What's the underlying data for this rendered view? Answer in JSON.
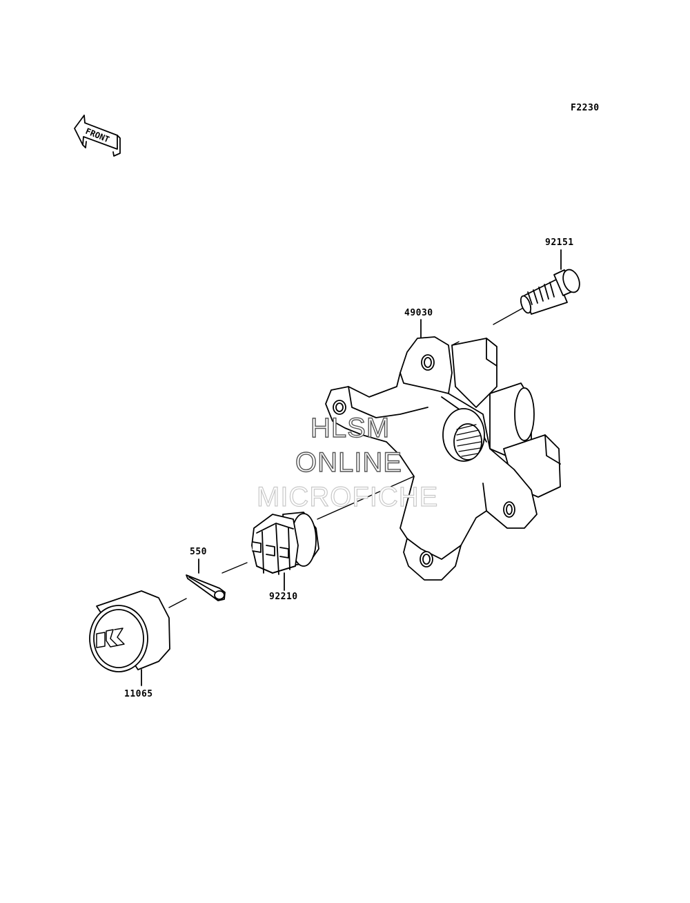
{
  "diagram_code": "F2230",
  "front_label": "FRONT",
  "parts": [
    {
      "number": "92151"
    },
    {
      "number": "49030"
    },
    {
      "number": "550"
    },
    {
      "number": "92210"
    },
    {
      "number": "11065"
    }
  ],
  "watermark": {
    "line1": "HLSM",
    "line2": "ONLINE",
    "line3": "MICROFICHE"
  }
}
